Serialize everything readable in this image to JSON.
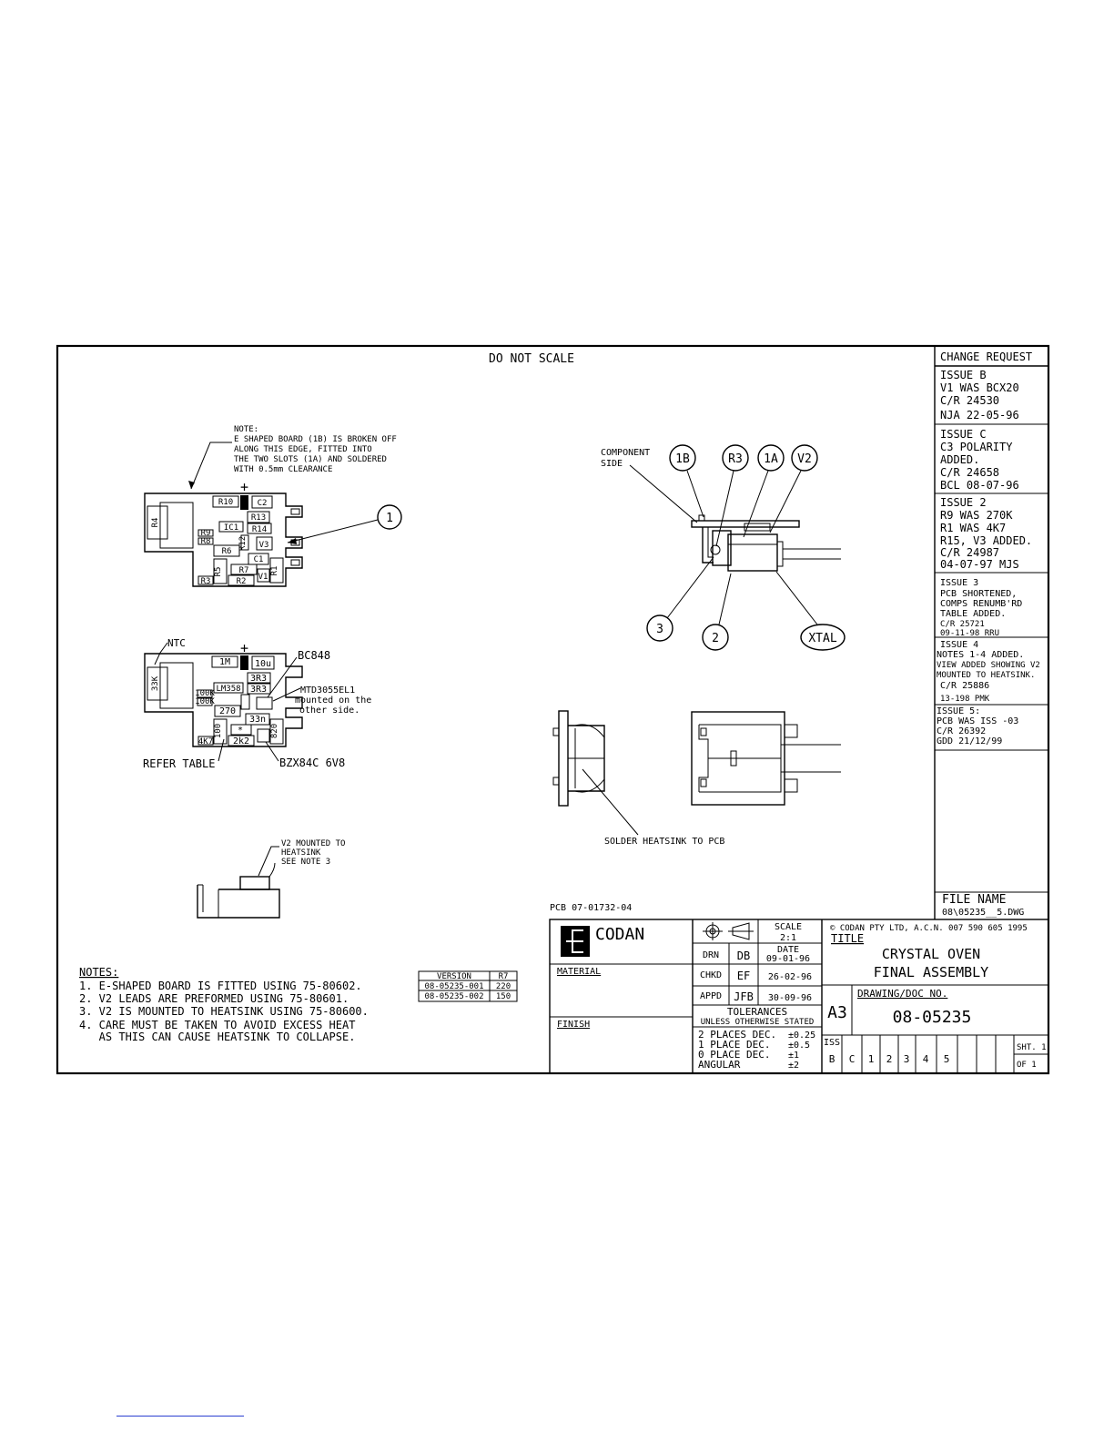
{
  "header": {
    "do_not_scale": "DO NOT SCALE"
  },
  "change_request": {
    "title": "CHANGE REQUEST",
    "issues": [
      {
        "lines": [
          "ISSUE B",
          "V1 WAS BCX20",
          "C/R 24530",
          " NJA   22-05-96"
        ]
      },
      {
        "lines": [
          "ISSUE C",
          "C3 POLARITY",
          "ADDED.",
          "C/R 24658",
          "BCL   08-07-96"
        ]
      },
      {
        "lines": [
          "ISSUE 2",
          "R9 WAS 270K",
          "R1 WAS 4K7",
          "R15, V3 ADDED.",
          "C/R 24987",
          "04-07-97   MJS"
        ]
      },
      {
        "lines": [
          "ISSUE 3",
          "PCB SHORTENED,",
          "COMPS RENUMB'RD",
          "TABLE ADDED.",
          "C/R 25721",
          "09-11-98   RRU"
        ]
      },
      {
        "lines": [
          "ISSUE 4",
          "NOTES 1-4 ADDED.",
          "VIEW ADDED SHOWING V2",
          "MOUNTED TO HEATSINK.",
          "C/R 25886",
          "13-198   PMK"
        ]
      },
      {
        "lines": [
          "ISSUE 5:",
          "PCB WAS ISS -03",
          "C/R 26392",
          "GDD 21/12/99"
        ]
      }
    ],
    "file_name_label": "FILE NAME",
    "file_name": "08\\05235__5.DWG"
  },
  "pcb_view1": {
    "note": [
      "NOTE:",
      "E SHAPED BOARD (1B) IS BROKEN OFF",
      "ALONG THIS EDGE, FITTED INTO",
      "THE TWO SLOTS (1A) AND SOLDERED",
      "WITH 0.5mm CLEARANCE"
    ],
    "plus": "+",
    "balloon": "1",
    "components": [
      "R10",
      "C2",
      "R4",
      "R13",
      "IC1",
      "R14",
      "R9",
      "R8",
      "R12",
      "V3",
      "R6",
      "C1",
      "R5",
      "R7",
      "R1",
      "V1",
      "R3",
      "R2"
    ]
  },
  "pcb_view2": {
    "labels": {
      "ntc": "NTC",
      "bc848": "BC848",
      "mtd": [
        "MTD3055EL1",
        "mounted on the",
        "other side."
      ],
      "refer_table": "REFER TABLE",
      "bzx": "BZX84C 6V8",
      "plus": "+"
    },
    "components": [
      "1M",
      "10u",
      "33K",
      "3R3",
      "LM358",
      "3R3",
      "100K",
      "100K",
      "270",
      "33n",
      "100",
      "820",
      "4K7",
      "2k2",
      "*"
    ]
  },
  "heatsink_view": {
    "label": [
      "V2 MOUNTED TO",
      "HEATSINK",
      "SEE NOTE 3"
    ]
  },
  "side_view": {
    "component_side": [
      "COMPONENT",
      "SIDE"
    ],
    "balloons": [
      "1B",
      "R3",
      "1A",
      "V2",
      "3",
      "2",
      "XTAL"
    ]
  },
  "solder_label": "SOLDER HEATSINK TO PCB",
  "pcb_number": "PCB  07-01732-04",
  "notes": {
    "title": "NOTES:",
    "items": [
      "1. E-SHAPED BOARD IS FITTED USING 75-80602.",
      "2. V2 LEADS ARE PREFORMED USING 75-80601.",
      "3. V2 IS MOUNTED TO HEATSINK USING 75-80600.",
      "4. CARE MUST BE TAKEN TO AVOID EXCESS HEAT",
      "   AS THIS CAN CAUSE HEATSINK TO COLLAPSE."
    ]
  },
  "version_table": {
    "headers": [
      "VERSION",
      "R7"
    ],
    "rows": [
      [
        "08-05235-001",
        "220"
      ],
      [
        "08-05235-002",
        "150"
      ]
    ]
  },
  "title_block": {
    "company": "CODAN",
    "material_label": "MATERIAL",
    "finish_label": "FINISH",
    "scale_label": "SCALE",
    "scale": "2:1",
    "date_label": "DATE",
    "date": "09-01-96",
    "drn_label": "DRN",
    "drn": "DB",
    "chkd_label": "CHKD",
    "chkd": "EF",
    "chkd_date": "26-02-96",
    "appd_label": "APPD",
    "appd": "JFB",
    "appd_date": "30-09-96",
    "tolerances_title": "TOLERANCES",
    "tolerances_sub": "UNLESS OTHERWISE STATED",
    "tolerances": [
      [
        "2 PLACES DEC.",
        "±0.25"
      ],
      [
        "1 PLACE DEC.",
        "±0.5"
      ],
      [
        "0 PLACE DEC.",
        "±1"
      ],
      [
        "ANGULAR",
        "±2"
      ]
    ],
    "copyright": "© CODAN  PTY LTD, A.C.N. 007 590 605   1995",
    "title_label": "TITLE",
    "title_line1": "CRYSTAL OVEN",
    "title_line2": "FINAL ASSEMBLY",
    "size": "A3",
    "drawing_no_label": "DRAWING/DOC NO.",
    "drawing_no": "08-05235",
    "iss_label": "ISS",
    "issue_cells": [
      "B",
      "C",
      "1",
      "2",
      "3",
      "4",
      "5",
      "",
      "",
      ""
    ],
    "sht": "SHT. 1",
    "of": "OF  1"
  }
}
